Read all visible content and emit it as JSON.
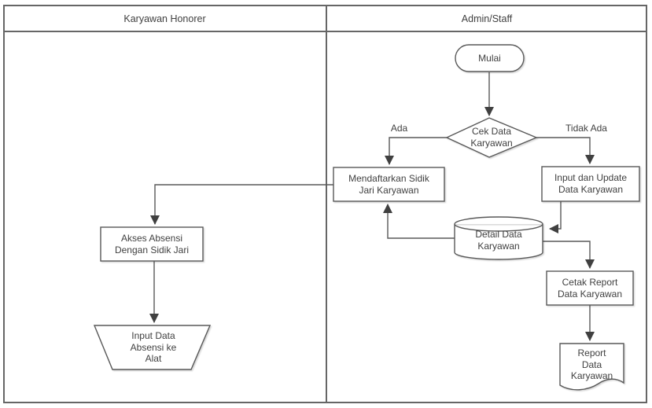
{
  "lanes": [
    {
      "title": "Karyawan Honorer"
    },
    {
      "title": "Admin/Staff"
    }
  ],
  "nodes": {
    "start": "Mulai",
    "decision": "Cek Data\nKaryawan",
    "register": "Mendaftarkan Sidik\nJari Karyawan",
    "input_update": "Input dan Update\nData Karyawan",
    "database": "Detail Data\nKaryawan",
    "print_report": "Cetak Report\nData Karyawan",
    "report_document": "Report\nData\nKaryawan",
    "access_absence": "Akses Absensi\nDengan Sidik Jari",
    "manual_input": "Input Data\nAbsensi ke\nAlat"
  },
  "edge_labels": {
    "yes": "Ada",
    "no": "Tidak Ada"
  },
  "colors": {
    "shape_stroke": "#595959",
    "text": "#404040",
    "lane_border": "#666666",
    "shape_fill": "#ffffff",
    "arrow": "#404040"
  }
}
